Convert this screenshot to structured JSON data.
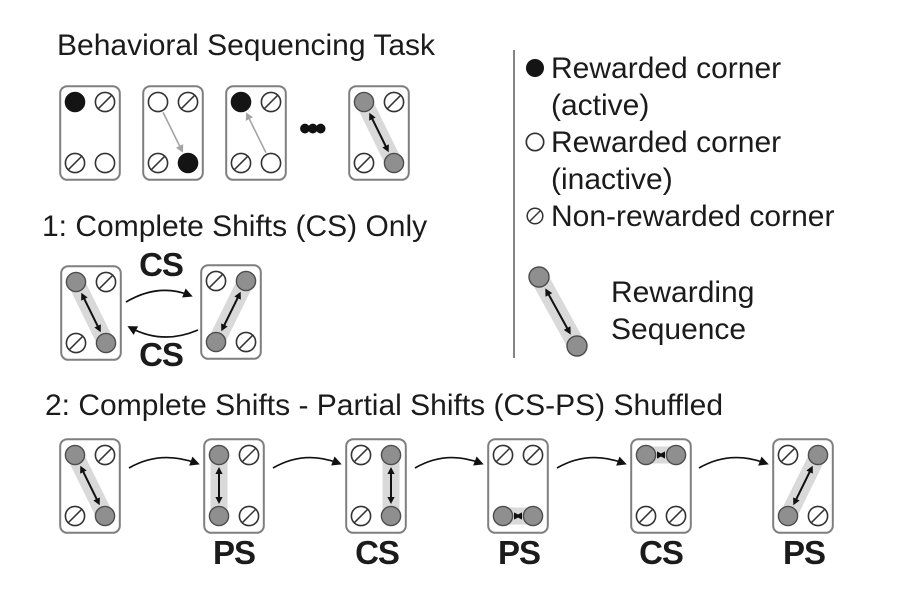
{
  "title": "Behavioral Sequencing Task",
  "ellipsis": "•••",
  "colors": {
    "text": "#1b1b1b",
    "active_fill": "#141414",
    "gray_fill": "#8f8f8f",
    "gray_stroke": "#4c4c4c",
    "circle_stroke": "#333333",
    "band": "#d9d9d9",
    "box_border": "#7f7f7f",
    "inner_arrow_gray": "#a3a3a3",
    "flow_arrow": "#111111"
  },
  "top_sequence": {
    "boxes": [
      {
        "corners": [
          "active",
          "non",
          "non",
          "inactive"
        ]
      },
      {
        "corners": [
          "inactive",
          "non",
          "non",
          "active"
        ],
        "inner_arrow": "tl-br"
      },
      {
        "corners": [
          "active",
          "non",
          "non",
          "inactive"
        ],
        "inner_arrow": "br-tl"
      },
      {
        "corners": [
          "gray",
          "non",
          "non",
          "gray"
        ],
        "band": "tl-br"
      }
    ]
  },
  "legend": {
    "items": [
      {
        "icon": "filled-circle",
        "lines": [
          "Rewarded corner",
          "(active)"
        ]
      },
      {
        "icon": "open-circle",
        "lines": [
          "Rewarded corner",
          "(inactive)"
        ]
      },
      {
        "icon": "slashed-circle",
        "lines": [
          "Non-rewarded corner"
        ]
      }
    ],
    "sequence": {
      "icon": "rewarding-sequence",
      "lines": [
        "Rewarding",
        "Sequence"
      ]
    }
  },
  "section1": {
    "title": "1: Complete Shifts (CS) Only",
    "top_arrow_label": "CS",
    "bottom_arrow_label": "CS",
    "boxes": [
      {
        "corners": [
          "gray",
          "non",
          "non",
          "gray"
        ],
        "band": "tl-br"
      },
      {
        "corners": [
          "non",
          "gray",
          "gray",
          "non"
        ],
        "band": "tr-bl"
      }
    ]
  },
  "section2": {
    "title": "2: Complete Shifts - Partial Shifts (CS-PS) Shuffled",
    "steps": [
      {
        "corners": [
          "gray",
          "non",
          "non",
          "gray"
        ],
        "band": "tl-br",
        "label": ""
      },
      {
        "corners": [
          "gray",
          "non",
          "gray",
          "non"
        ],
        "band": "tl-bl",
        "label": "PS"
      },
      {
        "corners": [
          "non",
          "gray",
          "non",
          "gray"
        ],
        "band": "tr-br",
        "label": "CS"
      },
      {
        "corners": [
          "non",
          "non",
          "gray",
          "gray"
        ],
        "band": "bl-br",
        "label": "PS"
      },
      {
        "corners": [
          "gray",
          "gray",
          "non",
          "non"
        ],
        "band": "tl-tr",
        "label": "CS"
      },
      {
        "corners": [
          "non",
          "gray",
          "gray",
          "non"
        ],
        "band": "tr-bl",
        "label": "PS"
      }
    ]
  }
}
